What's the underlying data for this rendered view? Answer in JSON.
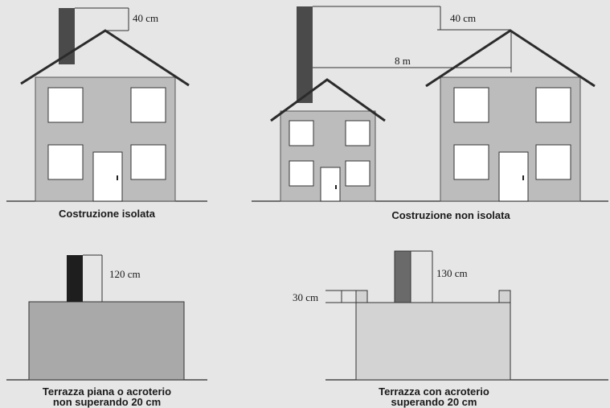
{
  "captions": {
    "isolated": "Costruzione isolata",
    "not_isolated": "Costruzione non isolata",
    "flat_line1": "Terrazza piana o acroterio",
    "flat_line2": "non superando 20 cm",
    "parapet_line1": "Terrazza con acroterio",
    "parapet_line2": "superando 20 cm"
  },
  "dimensions": {
    "isolated_chimney": "40 cm",
    "not_isolated_chimney": "40 cm",
    "distance": "8 m",
    "flat_chimney": "120 cm",
    "parapet_chimney": "130 cm",
    "parapet_height": "30 cm"
  },
  "colors": {
    "background": "#e6e6e7",
    "wall": "#bcbcbd",
    "roof_line": "#2b2b2b",
    "chimney_dark": "#4a4a4a",
    "chimney_black": "#1e1e1e",
    "flat_roof_block": "#a9a9aa",
    "parapet_block": "#d3d3d4",
    "window": "#ffffff"
  }
}
